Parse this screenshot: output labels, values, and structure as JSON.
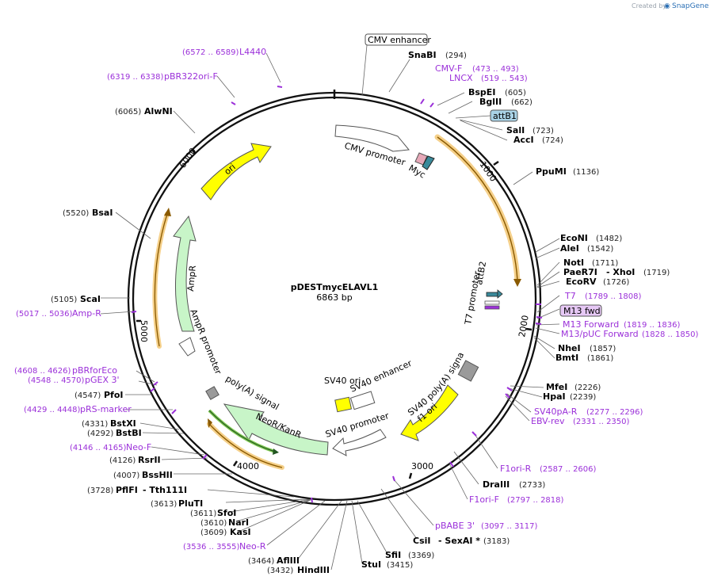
{
  "credit": {
    "prefix": "Created by",
    "brand": "SnapGene"
  },
  "plasmid": {
    "name": "pDESTmycELAVL1",
    "size": "6863 bp"
  },
  "ticks": [
    "1000",
    "2000",
    "3000",
    "4000",
    "5000",
    "6000"
  ],
  "enzymes": [
    {
      "name": "SnaBI",
      "pos": "(294)"
    },
    {
      "name": "BspEI",
      "pos": "(605)"
    },
    {
      "name": "BglII",
      "pos": "(662)"
    },
    {
      "name": "SalI",
      "pos": "(723)"
    },
    {
      "name": "AccI",
      "pos": "(724)"
    },
    {
      "name": "PpuMI",
      "pos": "(1136)"
    },
    {
      "name": "EcoNI",
      "pos": "(1482)"
    },
    {
      "name": "AleI",
      "pos": "(1542)"
    },
    {
      "name": "NotI",
      "pos": "(1711)"
    },
    {
      "name": "PaeR7I",
      "extra": "- XhoI",
      "pos": "(1719)"
    },
    {
      "name": "EcoRV",
      "pos": "(1726)"
    },
    {
      "name": "NheI",
      "pos": "(1857)"
    },
    {
      "name": "BmtI",
      "pos": "(1861)"
    },
    {
      "name": "MfeI",
      "pos": "(2226)"
    },
    {
      "name": "HpaI",
      "pos": "(2239)"
    },
    {
      "name": "DraIII",
      "pos": "(2733)"
    },
    {
      "name": "CsiI",
      "extra": "- SexAI *",
      "pos": "(3183)"
    },
    {
      "name": "SfiI",
      "pos": "(3369)"
    },
    {
      "name": "StuI",
      "pos": "(3415)"
    },
    {
      "name": "HindIII",
      "pos": "(3432)"
    },
    {
      "name": "AflIII",
      "pos": "(3464)"
    },
    {
      "name": "KasI",
      "pos": "(3609)"
    },
    {
      "name": "NarI",
      "pos": "(3610)"
    },
    {
      "name": "SfoI",
      "pos": "(3611)"
    },
    {
      "name": "PluTI",
      "pos": "(3613)"
    },
    {
      "name": "PflFI",
      "extra": "- Tth111I",
      "pos": "(3728)"
    },
    {
      "name": "BssHII",
      "pos": "(4007)"
    },
    {
      "name": "RsrII",
      "pos": "(4126)"
    },
    {
      "name": "BstBI",
      "pos": "(4292)"
    },
    {
      "name": "BstXI",
      "pos": "(4331)"
    },
    {
      "name": "PfoI",
      "pos": "(4547)"
    },
    {
      "name": "ScaI",
      "pos": "(5105)"
    },
    {
      "name": "BsaI",
      "pos": "(5520)"
    },
    {
      "name": "AlwNI",
      "pos": "(6065)"
    }
  ],
  "primers": [
    {
      "name": "L4440",
      "pos": "(6572 .. 6589)"
    },
    {
      "name": "pBR322ori-F",
      "pos": "(6319 .. 6338)"
    },
    {
      "name": "CMV-F",
      "pos": "(473 .. 493)"
    },
    {
      "name": "LNCX",
      "pos": "(519 .. 543)"
    },
    {
      "name": "T7",
      "pos": "(1789 .. 1808)"
    },
    {
      "name": "M13 Forward",
      "pos": "(1819 .. 1836)"
    },
    {
      "name": "M13/pUC Forward",
      "pos": "(1828 .. 1850)"
    },
    {
      "name": "SV40pA-R",
      "pos": "(2277 .. 2296)"
    },
    {
      "name": "EBV-rev",
      "pos": "(2331 .. 2350)"
    },
    {
      "name": "F1ori-R",
      "pos": "(2587 .. 2606)"
    },
    {
      "name": "F1ori-F",
      "pos": "(2797 .. 2818)"
    },
    {
      "name": "pBABE 3'",
      "pos": "(3097 .. 3117)"
    },
    {
      "name": "Neo-R",
      "pos": "(3536 .. 3555)"
    },
    {
      "name": "Neo-F",
      "pos": "(4146 .. 4165)"
    },
    {
      "name": "pRS-marker",
      "pos": "(4429 .. 4448)"
    },
    {
      "name": "pGEX 3'",
      "pos": "(4548 .. 4570)"
    },
    {
      "name": "pBRforEco",
      "pos": "(4608 .. 4626)"
    },
    {
      "name": "Amp-R",
      "pos": "(5017 .. 5036)"
    }
  ],
  "boxed_labels": {
    "cmv_enhancer": "CMV enhancer",
    "attb1": "attB1",
    "m13_fwd": "M13 fwd"
  },
  "features": {
    "cmv_promoter": "CMV promoter",
    "myc": "Myc",
    "attb2": "attB2",
    "t7_promoter": "T7 promoter",
    "sv40_polya": "SV40 poly(A) signal",
    "f1_ori": "f1 ori",
    "sv40_ori": "SV40 ori",
    "sv40_enhancer": "SV40 enhancer",
    "sv40_promoter": "SV40 promoter",
    "neo": "NeoR/KanR",
    "polya": "poly(A) signal",
    "ampr": "AmpR",
    "ampr_promoter": "AmpR promoter",
    "ori": "ori"
  },
  "colors": {
    "ring": "#111111",
    "orf": "#e8a33a",
    "yellow": "#ffff00",
    "green": "#c8f5c8",
    "primer": "#9b30d9",
    "attb": "#a9d2e6",
    "m13": "#e6c8f5",
    "gray": "#9a9a9a"
  }
}
